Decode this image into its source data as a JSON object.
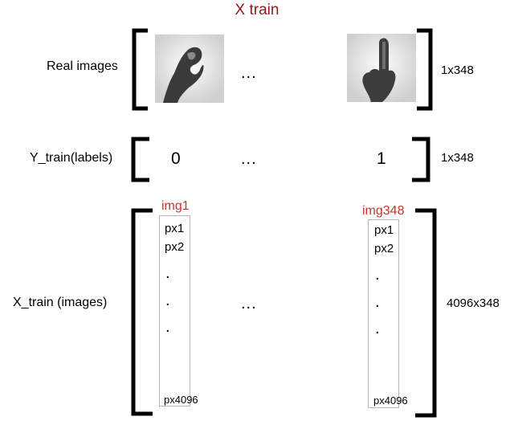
{
  "title": "X train",
  "rows": {
    "real_images": {
      "label": "Real images",
      "ellipsis": "...",
      "dims": "1x348",
      "images": [
        {
          "description_icon": "hand-sign-image",
          "sign": "zero"
        },
        {
          "description_icon": "hand-sign-image",
          "sign": "one"
        }
      ]
    },
    "labels": {
      "label": "Y_train(labels)",
      "first": "0",
      "ellipsis": "...",
      "last": "1",
      "dims": "1x348"
    },
    "images": {
      "label": "X_train (images)",
      "ellipsis": "...",
      "dims": "4096x348",
      "columns": [
        {
          "name": "img1",
          "px1": "px1",
          "px2": "px2",
          "dot": ".",
          "last": "px4096"
        },
        {
          "name": "img348",
          "px1": "px1",
          "px2": "px2",
          "dot": ".",
          "last": "px4096"
        }
      ]
    }
  },
  "colors": {
    "title": "#8b1a1a",
    "img_label": "#c0392b",
    "column_border": "#b5b5b5"
  }
}
